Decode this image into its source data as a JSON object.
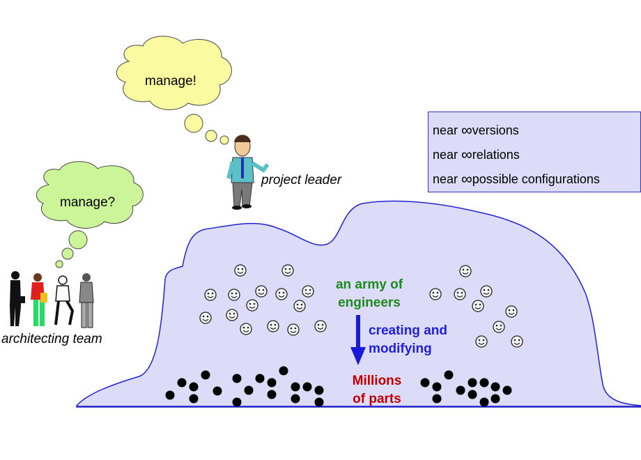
{
  "bubbles": {
    "project_leader_thought": "manage!",
    "architect_thought": "manage?"
  },
  "roles": {
    "project_leader": "project leader",
    "architecting_team": "architecting team"
  },
  "legend": {
    "rows": [
      {
        "prefix": "near",
        "symbol": "∞",
        "text": "versions"
      },
      {
        "prefix": "near",
        "symbol": "∞",
        "text": "relations"
      },
      {
        "prefix": "near",
        "symbol": "∞",
        "text": "possible configurations"
      }
    ]
  },
  "mountain": {
    "army_line1": "an army of",
    "army_line2": "engineers",
    "action_line1": "creating and",
    "action_line2": "modifying",
    "parts_line1": "Millions",
    "parts_line2": "of parts"
  },
  "colors": {
    "mountain_fill": "#dcdcf8",
    "mountain_stroke": "#2222cc",
    "thought_yellow": "#fafaa0",
    "thought_green": "#ccf599",
    "arrow_blue": "#1a1ad8",
    "army_green": "#1c8a1c",
    "parts_red": "#c00000"
  }
}
